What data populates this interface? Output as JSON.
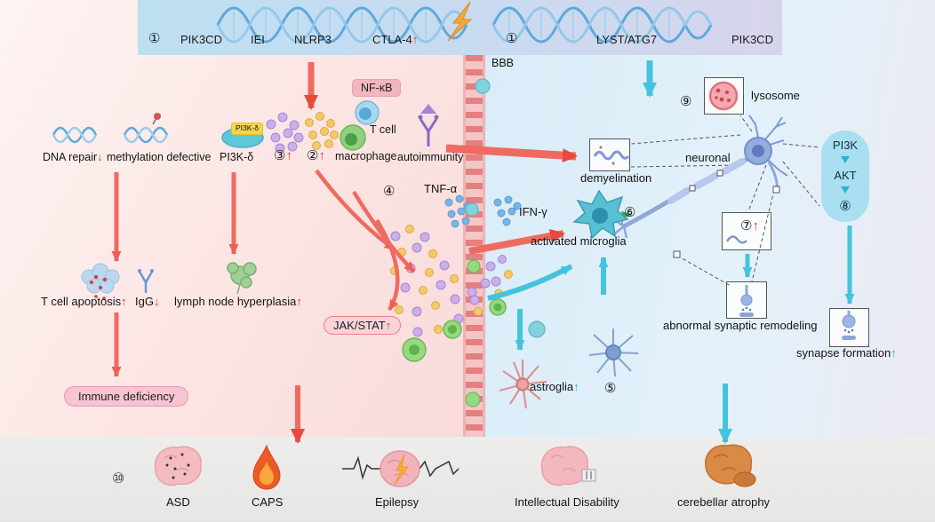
{
  "banner": {
    "num_left": "①",
    "pik3cd_left": "PIK3CD",
    "iei": "IEI",
    "nlrp3": "NLRP3",
    "ctla4": {
      "label": "CTLA-4",
      "arrow": "↑"
    },
    "num_right": "①",
    "lyst_atg7": "LYST/ATG7",
    "pik3cd_right": "PIK3CD"
  },
  "bbb": {
    "label": "BBB"
  },
  "left": {
    "dna_repair": {
      "label": "DNA repair",
      "arrow": "↓"
    },
    "methylation": "methylation defective",
    "pi3k_tag": "PI3K-δ",
    "pi3k_label": "PI3K-δ",
    "num3": {
      "label": "③",
      "arrow": "↑"
    },
    "num2": {
      "label": "②",
      "arrow": "↑"
    },
    "nfkb": "NF-κB",
    "t_cell": "T cell",
    "macrophage": "macrophage",
    "autoimmunity": "autoimmunity",
    "num4": "④",
    "tnf_alpha": "TNF-α",
    "t_cell_apoptosis": {
      "label": "T cell apoptosis",
      "arrow": "↑"
    },
    "igg": {
      "label": "IgG",
      "arrow": "↓"
    },
    "lymph_hyperplasia": {
      "label": "lymph node hyperplasia",
      "arrow": "↑"
    },
    "jak_stat": {
      "label": "JAK/STAT",
      "arrow": "↑"
    },
    "immune_deficiency": "Immune deficiency"
  },
  "right": {
    "ifn_gamma": "IFN-γ",
    "activated_microglia": "activated microglia",
    "demyelination": "demyelination",
    "neuronal": "neuronal",
    "num9": "⑨",
    "lysosome": "lysosome",
    "pi3k": "PI3K",
    "akt": "AKT",
    "num8": "⑧",
    "num7": {
      "label": "⑦",
      "arrow": "↑"
    },
    "num6": "⑥",
    "num5": "⑤",
    "abnormal_synaptic": "abnormal synaptic remodeling",
    "synapse_formation": {
      "label": "synapse formation",
      "arrow": "↑"
    },
    "astroglia": {
      "label": "astroglia",
      "arrow": "↑"
    }
  },
  "bottom": {
    "num10": "⑩",
    "asd": "ASD",
    "caps": "CAPS",
    "epilepsy": "Epilepsy",
    "intellectual_disability": "Intellectual Disability",
    "cerebellar_atrophy": "cerebellar atrophy"
  },
  "colors": {
    "red_arrow": "#e8493e",
    "cyan_arrow": "#45c3dd",
    "banner": "#c3e0f2",
    "left_bg": "#fae3e2",
    "right_bg": "#dcedf8",
    "bbb": "#f5c6c6"
  }
}
